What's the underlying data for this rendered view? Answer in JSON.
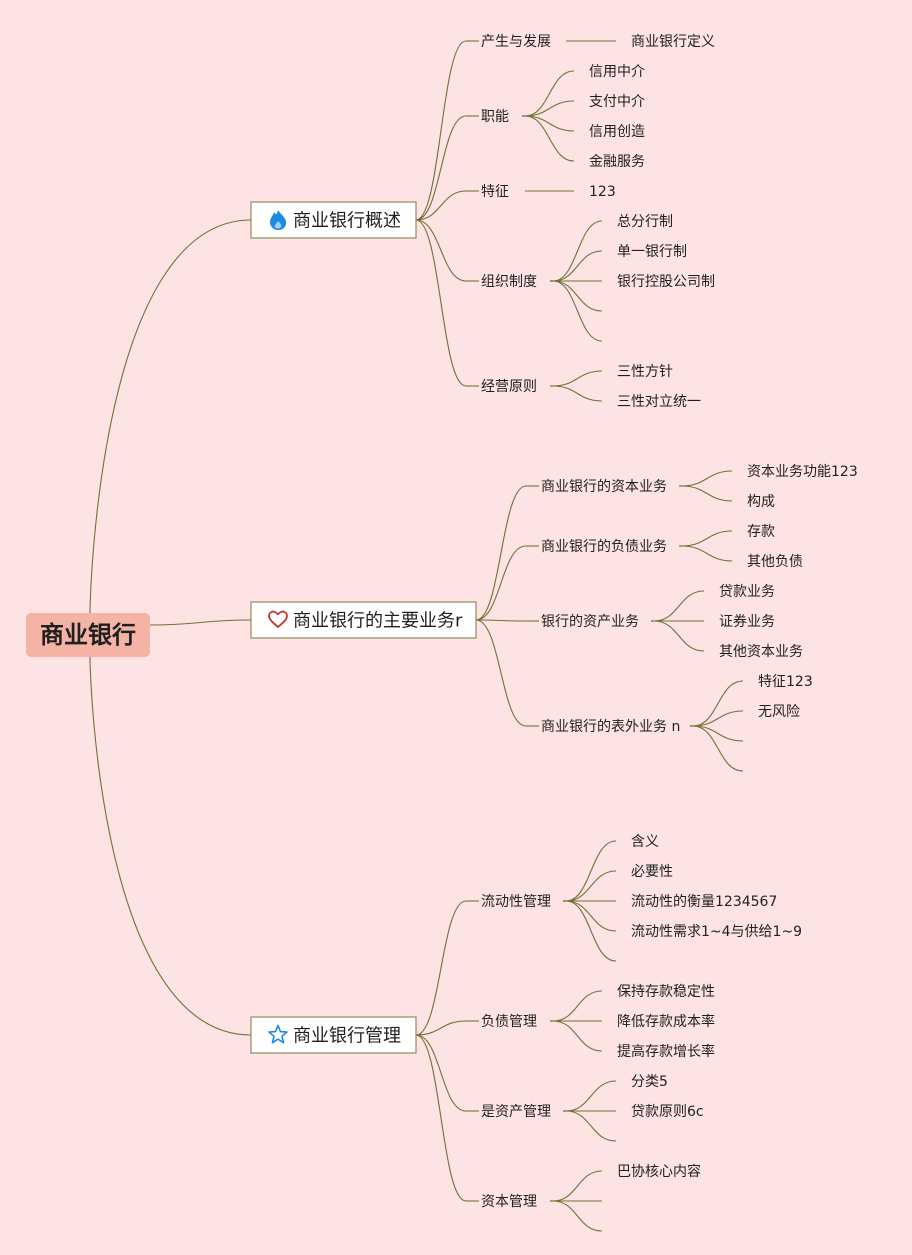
{
  "root": {
    "label": "商业银行"
  },
  "branches": [
    {
      "label": "商业银行概述",
      "icon": "flame-icon",
      "icon_color": "#1e88e5",
      "children": [
        {
          "label": "产生与发展",
          "children": [
            "商业银行定义"
          ]
        },
        {
          "label": "职能",
          "children": [
            "信用中介",
            "支付中介",
            "信用创造",
            "金融服务"
          ]
        },
        {
          "label": "特征",
          "children": [
            "123"
          ]
        },
        {
          "label": "组织制度",
          "children": [
            "总分行制",
            "单一银行制",
            "银行控股公司制",
            "",
            ""
          ]
        },
        {
          "label": "经营原则",
          "children": [
            "三性方针",
            "三性对立统一"
          ]
        }
      ]
    },
    {
      "label": "商业银行的主要业务r",
      "icon": "heart-icon",
      "icon_color": "#c0392b",
      "children": [
        {
          "label": "商业银行的资本业务",
          "children": [
            "资本业务功能123",
            "构成"
          ]
        },
        {
          "label": "商业银行的负债业务",
          "children": [
            "存款",
            "其他负债"
          ]
        },
        {
          "label": "银行的资产业务",
          "children": [
            "贷款业务",
            "证券业务",
            "其他资本业务"
          ]
        },
        {
          "label": "商业银行的表外业务 n",
          "children": [
            "特征123",
            "无风险",
            "",
            ""
          ]
        }
      ]
    },
    {
      "label": "商业银行管理",
      "icon": "star-icon",
      "icon_color": "#1e88e5",
      "children": [
        {
          "label": "流动性管理",
          "children": [
            "含义",
            "必要性",
            "流动性的衡量1234567",
            "流动性需求1~4与供给1~9",
            ""
          ]
        },
        {
          "label": "负债管理",
          "children": [
            "保持存款稳定性",
            "降低存款成本率",
            "提高存款增长率"
          ]
        },
        {
          "label": "是资产管理",
          "children": [
            "分类5",
            "贷款原则6c",
            ""
          ]
        },
        {
          "label": "资本管理",
          "children": [
            "巴协核心内容",
            "",
            ""
          ]
        }
      ]
    }
  ]
}
